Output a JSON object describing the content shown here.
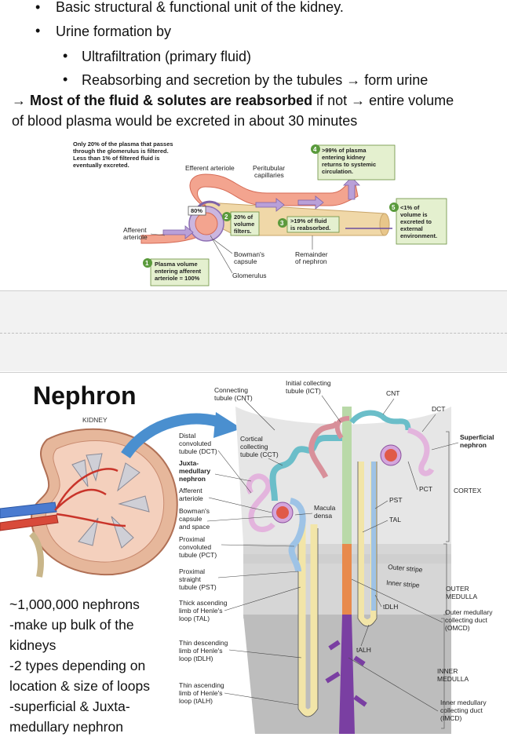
{
  "bullets": {
    "b1": "Basic structural & functional unit of the kidney.",
    "b2": "Urine formation by",
    "b3": "Ultrafiltration (primary fluid)",
    "b4": "Reabsorbing and secretion by the tubules → form urine"
  },
  "highlight": {
    "arrow": "→",
    "bold": "Most of the fluid & solutes are reabsorbed",
    "mid": " if not → entire volume",
    "line2": "of blood plasma would be excreted in about 30 minutes"
  },
  "fig1": {
    "note1": "Only 20% of the plasma that passes",
    "note2": "through the glomerulus is filtered.",
    "note3": "Less than 1% of filtered fluid is",
    "note4": "eventually excreted.",
    "efferent": "Efferent arteriole",
    "peritubular1": "Peritubular",
    "peritubular2": "capillaries",
    "s4_1": ">99% of plasma",
    "s4_2": "entering kidney",
    "s4_3": "returns to systemic",
    "s4_4": "circulation.",
    "pct80": "80%",
    "s2_1": "20% of",
    "s2_2": "volume",
    "s2_3": "filters.",
    "s3_1": ">19% of fluid",
    "s3_2": "is reabsorbed.",
    "s5_1": "<1% of",
    "s5_2": "volume is",
    "s5_3": "excreted to",
    "s5_4": "external",
    "s5_5": "environment.",
    "afferent1": "Afferent",
    "afferent2": "arteriole",
    "bowman1": "Bowman's",
    "bowman2": "capsule",
    "remainder1": "Remainder",
    "remainder2": "of nephron",
    "s1_1": "Plasma volume",
    "s1_2": "entering afferent",
    "s1_3": "arteriole = 100%",
    "glomerulus": "Glomerulus",
    "n1": "1",
    "n2": "2",
    "n3": "3",
    "n4": "4",
    "n5": "5"
  },
  "nephron": {
    "title": "Nephron",
    "kidney": "KIDNEY",
    "desc": [
      "~1,000,000 nephrons",
      "-make up bulk of the",
      "kidneys",
      "-2 types depending on",
      "location & size of loops",
      "-superficial & Juxta-",
      "medullary nephron"
    ],
    "labels": {
      "cnt_top1": "Connecting",
      "cnt_top2": "tubule (CNT)",
      "ict1": "Initial collecting",
      "ict2": "tubule (ICT)",
      "cnt": "CNT",
      "dct": "DCT",
      "superficial1": "Superficial",
      "superficial2": "nephron",
      "distal1": "Distal",
      "distal2": "convoluted",
      "distal3": "tubule (DCT)",
      "cortical1": "Cortical",
      "cortical2": "collecting",
      "cortical3": "tubule (CCT)",
      "juxta1": "Juxta-",
      "juxta2": "medullary",
      "juxta3": "nephron",
      "aff1": "Afferent",
      "aff2": "arteriole",
      "bow1": "Bowman's",
      "bow2": "capsule",
      "bow3": "and space",
      "macula1": "Macula",
      "macula2": "densa",
      "pct": "PCT",
      "cortex": "CORTEX",
      "pst": "PST",
      "tal": "TAL",
      "prox1": "Proximal",
      "prox2": "convoluted",
      "prox3": "tubule (PCT)",
      "outer_stripe": "Outer stripe",
      "inner_stripe": "Inner stripe",
      "pst1": "Proximal",
      "pst2": "straight",
      "pst3": "tubule (PST)",
      "outer_med1": "OUTER",
      "outer_med2": "MEDULLA",
      "tdlh": "tDLH",
      "thick1": "Thick ascending",
      "thick2": "limb of Henle's",
      "thick3": "loop (TAL)",
      "omcd1": "Outer medullary",
      "omcd2": "collecting duct",
      "omcd3": "(OMCD)",
      "thin_d1": "Thin descending",
      "thin_d2": "limb of Henle's",
      "thin_d3": "loop (tDLH)",
      "talh": "tALH",
      "inner_med1": "INNER",
      "inner_med2": "MEDULLA",
      "thin_a1": "Thin ascending",
      "thin_a2": "limb of Henle's",
      "thin_a3": "loop (tALH)",
      "imcd1": "Inner medullary",
      "imcd2": "collecting duct",
      "imcd3": "(IMCD)"
    }
  }
}
